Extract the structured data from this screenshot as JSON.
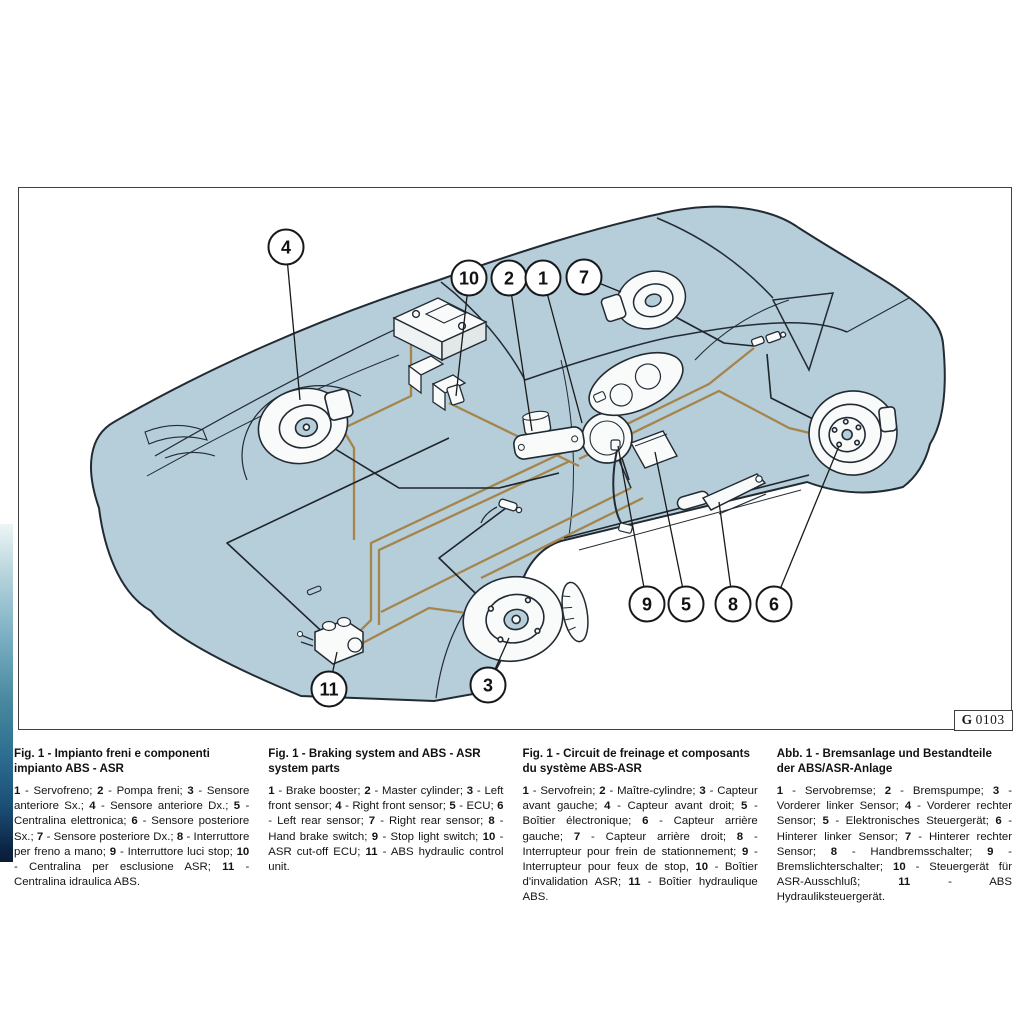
{
  "page": {
    "figure_box": {
      "prefix": "G",
      "number": "0103"
    }
  },
  "diagram": {
    "callouts": [
      "4",
      "10",
      "2",
      "1",
      "7",
      "9",
      "5",
      "8",
      "6",
      "11",
      "3"
    ]
  },
  "colors": {
    "carBody": "#b6cdda",
    "lineDark": "#222b33",
    "pipeTan": "#a5854c",
    "componentWhite": "#f9fbfb"
  },
  "captions": [
    {
      "lang": "italian",
      "title": "Fig. 1 - Impianto freni e componenti impianto ABS - ASR",
      "items": [
        {
          "num": "1",
          "rest": "- Servofreno;"
        },
        {
          "num": "2",
          "rest": "- Pompa freni;"
        },
        {
          "num": "3",
          "rest": "- Sensore anteriore Sx.;"
        },
        {
          "num": "4",
          "rest": "- Sensore anteriore Dx.;"
        },
        {
          "num": "5",
          "rest": "- Centralina elettronica;"
        },
        {
          "num": "6",
          "rest": "- Sensore posteriore Sx.;"
        },
        {
          "num": "7",
          "rest": "- Sensore posteriore Dx.;"
        },
        {
          "num": "8",
          "rest": "- Interruttore per freno a mano;"
        },
        {
          "num": "9",
          "rest": "- Interruttore luci stop;"
        },
        {
          "num": "10",
          "rest": "- Centralina per esclusione ASR;"
        },
        {
          "num": "11",
          "rest": "- Centralina idraulica ABS."
        }
      ]
    },
    {
      "lang": "english",
      "title": "Fig. 1 - Braking system and ABS - ASR system parts",
      "items": [
        {
          "num": "1",
          "rest": "- Brake booster;"
        },
        {
          "num": "2",
          "rest": "- Master cylinder;"
        },
        {
          "num": "3",
          "rest": "- Left front sensor;"
        },
        {
          "num": "4",
          "rest": "- Right front sensor;"
        },
        {
          "num": "5",
          "rest": "- ECU;"
        },
        {
          "num": "6",
          "rest": "- Left rear sensor;"
        },
        {
          "num": "7",
          "rest": "- Right rear sensor;"
        },
        {
          "num": "8",
          "rest": "- Hand brake switch;"
        },
        {
          "num": "9",
          "rest": "- Stop light switch;"
        },
        {
          "num": "10",
          "rest": "- ASR cut-off ECU;"
        },
        {
          "num": "11",
          "rest": "- ABS hydraulic control unit."
        }
      ]
    },
    {
      "lang": "french",
      "title": "Fig. 1 - Circuit de freinage et composants du système ABS-ASR",
      "items": [
        {
          "num": "1",
          "rest": "- Servofrein;"
        },
        {
          "num": "2",
          "rest": "- Maître-cylindre;"
        },
        {
          "num": "3",
          "rest": "- Capteur avant gauche;"
        },
        {
          "num": "4",
          "rest": "- Capteur avant droit;"
        },
        {
          "num": "5",
          "rest": "- Boîtier électronique;"
        },
        {
          "num": "6",
          "rest": "- Capteur arrière gauche;"
        },
        {
          "num": "7",
          "rest": "- Capteur arrière droit;"
        },
        {
          "num": "8",
          "rest": "- Interrupteur pour frein de stationnement;"
        },
        {
          "num": "9",
          "rest": "- Interrupteur pour feux de stop,"
        },
        {
          "num": "10",
          "rest": "- Boîtier d'invalidation ASR;"
        },
        {
          "num": "11",
          "rest": "- Boîtier hydraulique ABS."
        }
      ]
    },
    {
      "lang": "german",
      "title": "Abb. 1 - Bremsanlage und Bestandteile der ABS/ASR-Anlage",
      "items": [
        {
          "num": "1",
          "rest": "- Servobremse;"
        },
        {
          "num": "2",
          "rest": "- Bremspumpe;"
        },
        {
          "num": "3",
          "rest": "- Vorderer linker Sensor;"
        },
        {
          "num": "4",
          "rest": "- Vorderer rechter Sensor;"
        },
        {
          "num": "5",
          "rest": "- Elektronisches Steuergerät;"
        },
        {
          "num": "6",
          "rest": "- Hinterer linker Sensor;"
        },
        {
          "num": "7",
          "rest": "- Hinterer rechter Sensor;"
        },
        {
          "num": "8",
          "rest": "- Handbremsschalter;"
        },
        {
          "num": "9",
          "rest": "- Bremslichterschalter;"
        },
        {
          "num": "10",
          "rest": "- Steuergerät für ASR-Ausschluß;"
        },
        {
          "num": "11",
          "rest": "- ABS Hydrauliksteuergerät."
        }
      ]
    }
  ]
}
